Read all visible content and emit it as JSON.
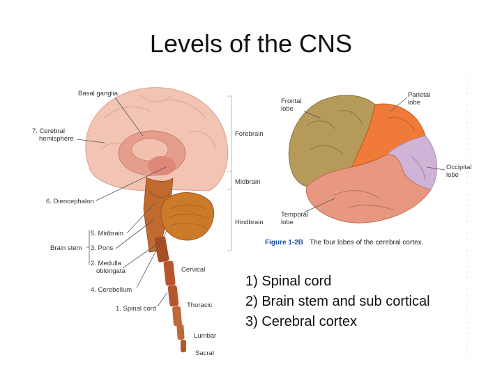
{
  "title": "Levels of the CNS",
  "left_figure": {
    "labels": {
      "basal_ganglia": "Basal ganglia",
      "cerebral_hemisphere_1": "7. Cerebral",
      "cerebral_hemisphere_2": "hemisphere",
      "diencephalon": "6. Diencephalon",
      "midbrain_num": "5. Midbrain",
      "brain_stem": "Brain stem",
      "pons": "3. Pons",
      "medulla_1": "2. Medulla",
      "medulla_2": "oblongata",
      "cerebellum": "4. Cerebellum",
      "spinal_cord": "1. Spinal cord",
      "forebrain": "Forebrain",
      "midbrain": "Midbrain",
      "hindbrain": "Hindbrain",
      "cervical": "Cervical",
      "thoracic": "Thoracic",
      "lumbar": "Lumbar",
      "sacral": "Sacral"
    }
  },
  "right_figure": {
    "labels": {
      "frontal_1": "Frontal",
      "frontal_2": "lobe",
      "parietal_1": "Parietal",
      "parietal_2": "lobe",
      "occipital_1": "Occipital",
      "occipital_2": "lobe",
      "temporal_1": "Temporal",
      "temporal_2": "lobe"
    },
    "caption_number": "Figure 1-2B",
    "caption_text": "The four lobes of the cerebral cortex."
  },
  "list_items": [
    "1) Spinal cord",
    "2) Brain stem and sub cortical",
    "3) Cerebral cortex"
  ],
  "colors": {
    "frontal": "#b59a5a",
    "parietal": "#f07a3a",
    "occipital": "#cfb4d8",
    "temporal": "#e89880",
    "cerebrum": "#f2c4b4",
    "cerebellum": "#cc7a2a",
    "brainstem": "#c06a30",
    "spinal_cord": "#b5562e"
  }
}
